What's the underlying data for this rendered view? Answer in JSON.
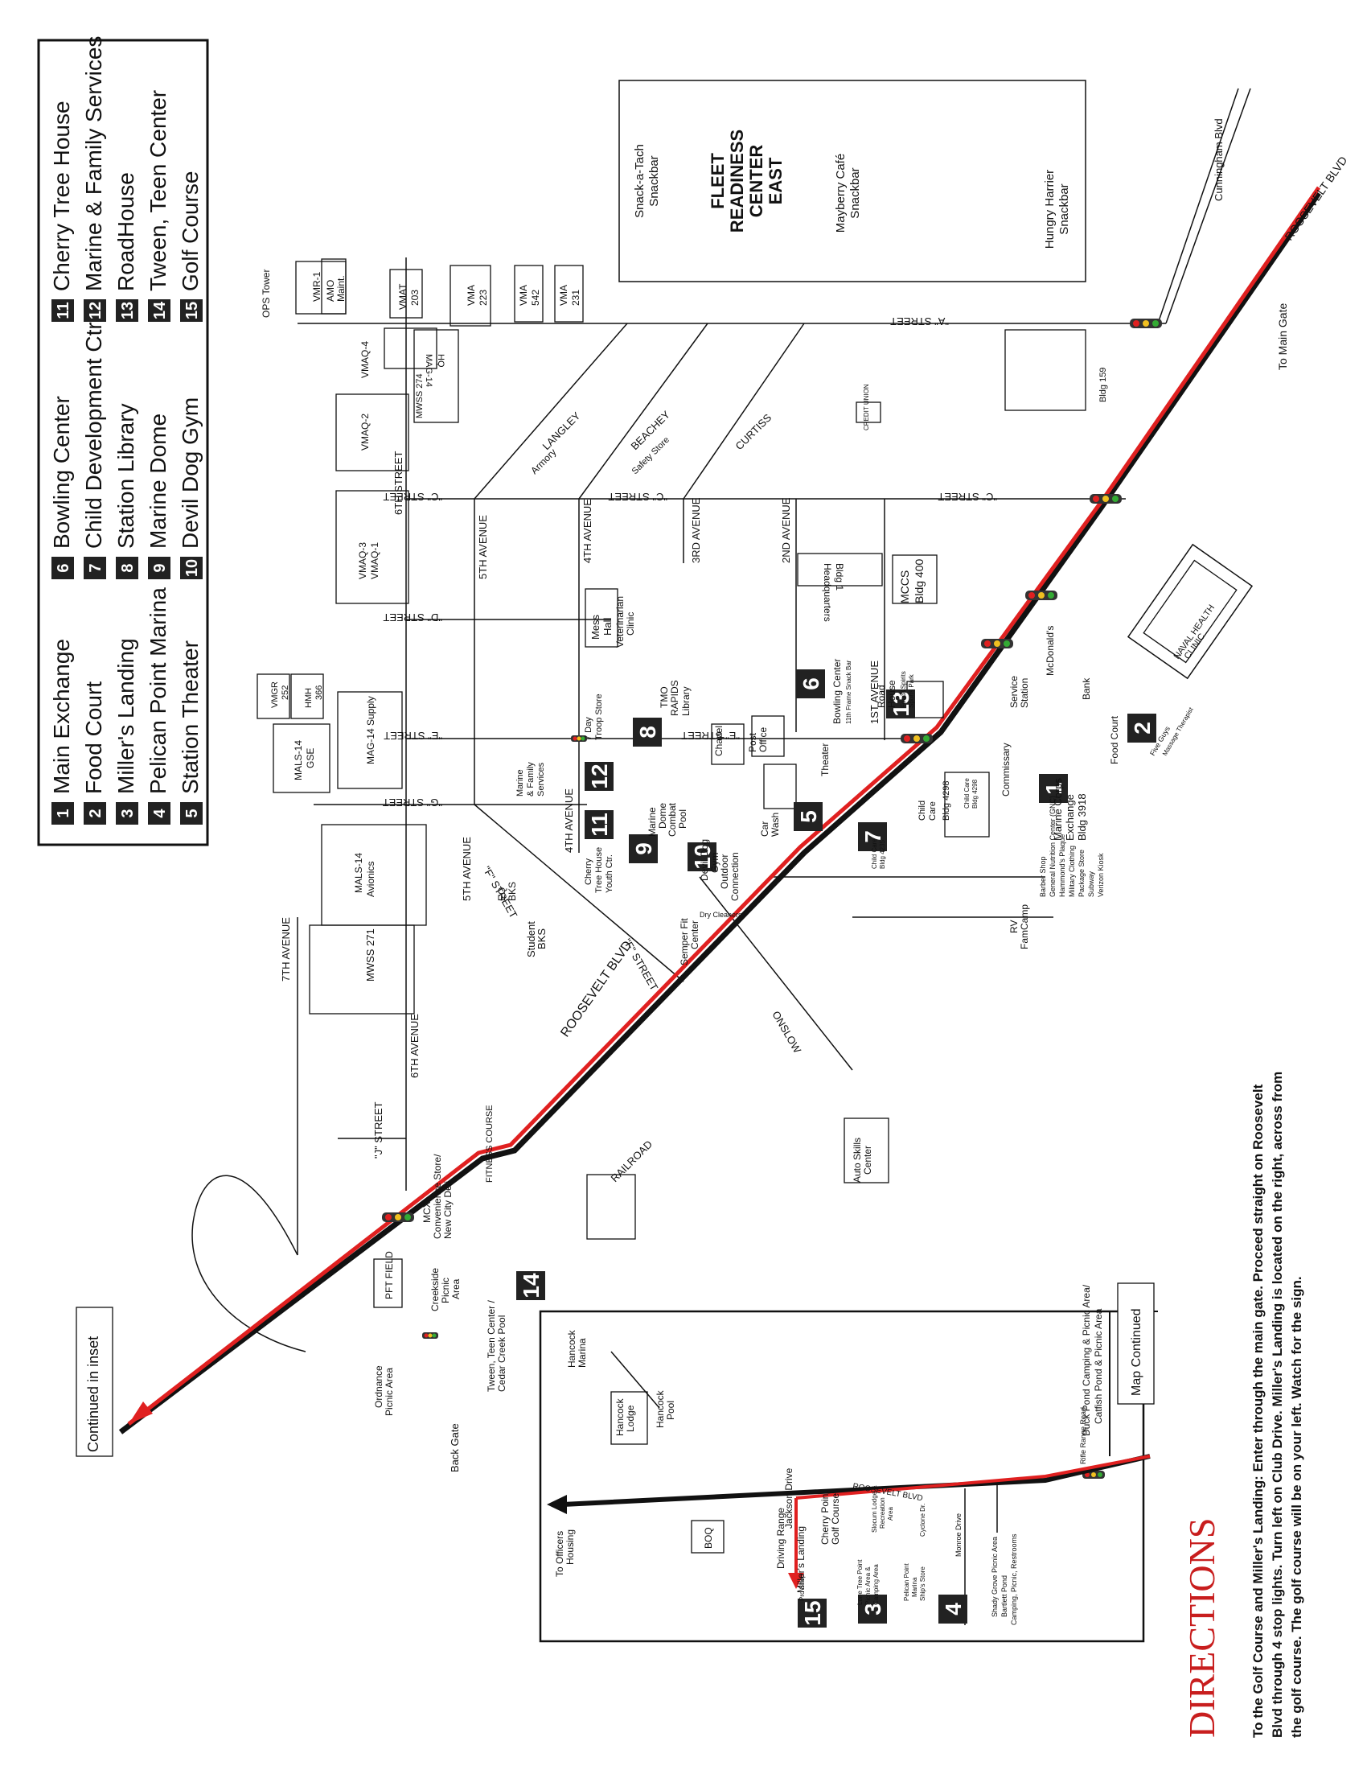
{
  "legend": {
    "items": [
      {
        "n": "1",
        "label": "Main Exchange"
      },
      {
        "n": "2",
        "label": "Food Court"
      },
      {
        "n": "3",
        "label": "Miller's Landing"
      },
      {
        "n": "4",
        "label": "Pelican Point Marina"
      },
      {
        "n": "5",
        "label": "Station Theater"
      },
      {
        "n": "6",
        "label": "Bowling Center"
      },
      {
        "n": "7",
        "label": "Child Development Ctr."
      },
      {
        "n": "8",
        "label": "Station Library"
      },
      {
        "n": "9",
        "label": "Marine Dome"
      },
      {
        "n": "10",
        "label": "Devil Dog Gym"
      },
      {
        "n": "11",
        "label": "Cherry Tree House"
      },
      {
        "n": "12",
        "label": "Marine & Family Services"
      },
      {
        "n": "13",
        "label": "RoadHouse"
      },
      {
        "n": "14",
        "label": "Tween, Teen Center"
      },
      {
        "n": "15",
        "label": "Golf Course"
      }
    ]
  },
  "frc": {
    "title1": "FLEET",
    "title2": "READINESS",
    "title3": "CENTER",
    "title4": "EAST",
    "snack1a": "Snack-a-Tach",
    "snack1b": "Snackbar",
    "snack2a": "Mayberry Café",
    "snack2b": "Snackbar",
    "snack3a": "Hungry Harrier",
    "snack3b": "Snackbar"
  },
  "streets": {
    "roosevelt": "ROOSEVELT BLVD",
    "roosevelt2": "ROOSEVELT BLVD",
    "cunningham": "Cunningham Blvd",
    "a_street": "\"A\" STREET",
    "c_street": "\"C\" STREET",
    "c_street2": "\"C\" STREET",
    "c_street3": "\"C\" STREET",
    "d_street": "\"D\" STREET",
    "e_street": "\"E\" STREET",
    "e_street2": "\"E\" STREET",
    "f_street": "\"F\" STREET",
    "f_street2": "\"F\" STREET",
    "g_street": "\"G\" STREET",
    "j_street": "\"J\" STREET",
    "ave1": "1ST AVENUE",
    "ave2": "2ND AVENUE",
    "ave3": "3RD AVENUE",
    "ave4": "4TH AVENUE",
    "ave4b": "4TH AVENUE",
    "ave5": "5TH AVENUE",
    "ave5b": "5TH AVENUE",
    "ave6": "6TH AVENUE",
    "ave7": "7TH AVENUE",
    "st6": "6TH STREET",
    "langley": "LANGLEY",
    "beachey": "BEACHEY",
    "curtiss": "CURTISS",
    "onslow": "ONSLOW",
    "fitness": "FITNESS COURSE",
    "railroad": "RAILROAD",
    "to_main_gate": "To Main Gate",
    "continued": "Continued in inset",
    "back_gate": "Back Gate"
  },
  "places": {
    "ops_tower": "OPS Tower",
    "vmr1": "VMR-1",
    "amo": "AMO",
    "maint": "Maint.",
    "vmat": "VMAT",
    "vmat_n": "203",
    "vma223": "VMA",
    "vma223_n": "223",
    "vma542": "VMA",
    "vma542_n": "542",
    "vma231": "VMA",
    "vma231_n": "231",
    "vmaq4": "VMAQ-4",
    "vmaq2": "VMAQ-2",
    "mwss274": "MWSS 274",
    "mag14hq": "MAG-14",
    "mag14hq_b": "HQ",
    "vmaq3": "VMAQ-3",
    "vmaq1": "VMAQ-1",
    "armory": "Armory",
    "safety": "Safety Store",
    "credit_union": "CREDIT UNION",
    "bldg159": "Bldg 159",
    "hq_bldg": "Headquarters",
    "hq_bldg_b": "Bldg 1",
    "mccs": "MCCS",
    "mccs_b": "Bldg 400",
    "mess": "Mess",
    "mess_b": "Hall",
    "vet": "Veterinarian",
    "vet_b": "Clinic",
    "vmgr": "VMGR",
    "vmgr_n": "252",
    "hmh": "HMH",
    "hmh_n": "366",
    "mals_gse": "MALS-14",
    "mals_gse_b": "GSE",
    "mag_supply": "MAG-14 Supply",
    "mals_av": "MALS-14",
    "mals_av_b": "Avionics",
    "mwss271": "MWSS 271",
    "troop": "7 Day",
    "troop_b": "Troop Store",
    "tmo": "TMO",
    "rapids": "RAPIDS",
    "library": "Library",
    "chapel": "Chapel",
    "post": "Post",
    "post_b": "Office",
    "mfs": "Marine",
    "mfs_b": "& Family",
    "mfs_c": "Services",
    "theater": "Theater",
    "car_wash": "Car",
    "car_wash_b": "Wash",
    "combat": "Combat",
    "combat_b": "Pool",
    "ddg": "Devil Dog",
    "ddg_b": "Gym",
    "outdoor": "Outdoor",
    "outdoor_b": "Connection",
    "dry_clean": "Dry Cleaners",
    "marine_dome": "Marine",
    "marine_dome_b": "Dome",
    "cherry": "Cherry",
    "cherry_b": "Tree House",
    "cherry_c": "Youth Ctr.",
    "semper": "Semper Fit",
    "semper_b": "Center",
    "student": "Student",
    "student_b": "BKS",
    "eq": "EQ",
    "eq_b": "BKS",
    "bowling": "Bowling Center",
    "bowling_b": "11th Frame Snack Bar",
    "roadhouse": "Road",
    "roadhouse_b": "House",
    "roadhouse_c": "Food&Spirits",
    "roadhouse_d": "Sports Park",
    "service": "Service",
    "service_b": "Station",
    "mcdonalds": "McDonald's",
    "bank": "Bank",
    "naval": "NAVAL HEALTH",
    "naval_b": "CLINIC",
    "five_guys": "Five Guys",
    "massage": "Massage Therapist",
    "food_court": "Food Court",
    "commissary": "Commissary",
    "mcx": "Marine Corps",
    "mcx_b": "Exchange",
    "mcx_c": "Bldg 3918",
    "barber": "Barber Shop",
    "gnc": "General Nutrition Center (GNC)",
    "hammond": "Hammond's Plaque",
    "military": "Military Clothing",
    "package": "Package Store",
    "subway": "Subway",
    "verizon": "Verizon Kiosk",
    "child": "Child",
    "child_b": "Care",
    "child_c": "Bldg 4298",
    "childcare2": "Child Care",
    "childcare2_b": "Bldg 4298",
    "childcare3": "Child Care",
    "childcare3_b": "Bldg 4235",
    "rv": "RV",
    "rv_b": "FamCamp",
    "auto": "Auto Skills",
    "auto_b": "Center",
    "mcx_conv": "MCX",
    "mcx_conv_b": "Convenience Store/",
    "mcx_conv_c": "New City Deli",
    "pft": "PFT FIELD",
    "creekside": "Creekside",
    "creekside_b": "Picnic",
    "creekside_c": "Area",
    "ordnance": "Ordnance",
    "ordnance_b": "Picnic Area",
    "tween": "Tween, Teen Center /",
    "tween_b": "Cedar Creek Pool"
  },
  "inset": {
    "hancock_marina": "Hancock",
    "hancock_marina_b": "Marina",
    "hancock_lodge": "Hancock",
    "hancock_lodge_b": "Lodge",
    "hancock_pool": "Hancock",
    "hancock_pool_b": "Pool",
    "duck_pond": "Duck Pond Camping & Picnic Area/",
    "catfish": "Catfish Pond & Picnic Area",
    "map_continued": "Map Continued",
    "rifle": "Rifle Range Road",
    "roosevelt": "ROOSEVELT BLVD",
    "officers": "To Officers",
    "officers_b": "Housing",
    "boq": "BOQ",
    "millers": "Miller's Landing",
    "driving": "Driving Range",
    "jackson": "Jackson Drive",
    "pro_shop": "Pro Shop",
    "cherry_point": "Cherry Point",
    "cherry_point_b": "Golf Course",
    "lone_tree": "Lone Tree Point",
    "lone_tree_b": "Picnic Area &",
    "lone_tree_c": "Camping Area",
    "slocum": "Slocum Lodge &",
    "slocum_b": "Recreation",
    "slocum_c": "Area",
    "pelican": "Pelican Point",
    "pelican_b": "Marina",
    "pelican_c": "Ship's Store",
    "cyclone": "Cyclone Dr.",
    "monroe": "Monroe Drive",
    "shady": "Shady Grove Picnic Area",
    "shady_b": "Bartlett Pond",
    "shady_c": "Camping, Picnic, Restrooms"
  },
  "directions": {
    "title": "DIRECTIONS",
    "line1_bold": "To the Golf Course and Miller's Landing:",
    "line1": "Enter through the main gate. Proceed straight on Roosevelt",
    "line2": "Blvd through 4 stop lights. Turn left on Club Drive. Miller's Landing is located on the right, across from",
    "line3": "the golf course. The golf course will be on your left. Watch for the sign."
  },
  "colors": {
    "route": "#e02020",
    "road": "#111111",
    "directions_title": "#c81e1e"
  }
}
